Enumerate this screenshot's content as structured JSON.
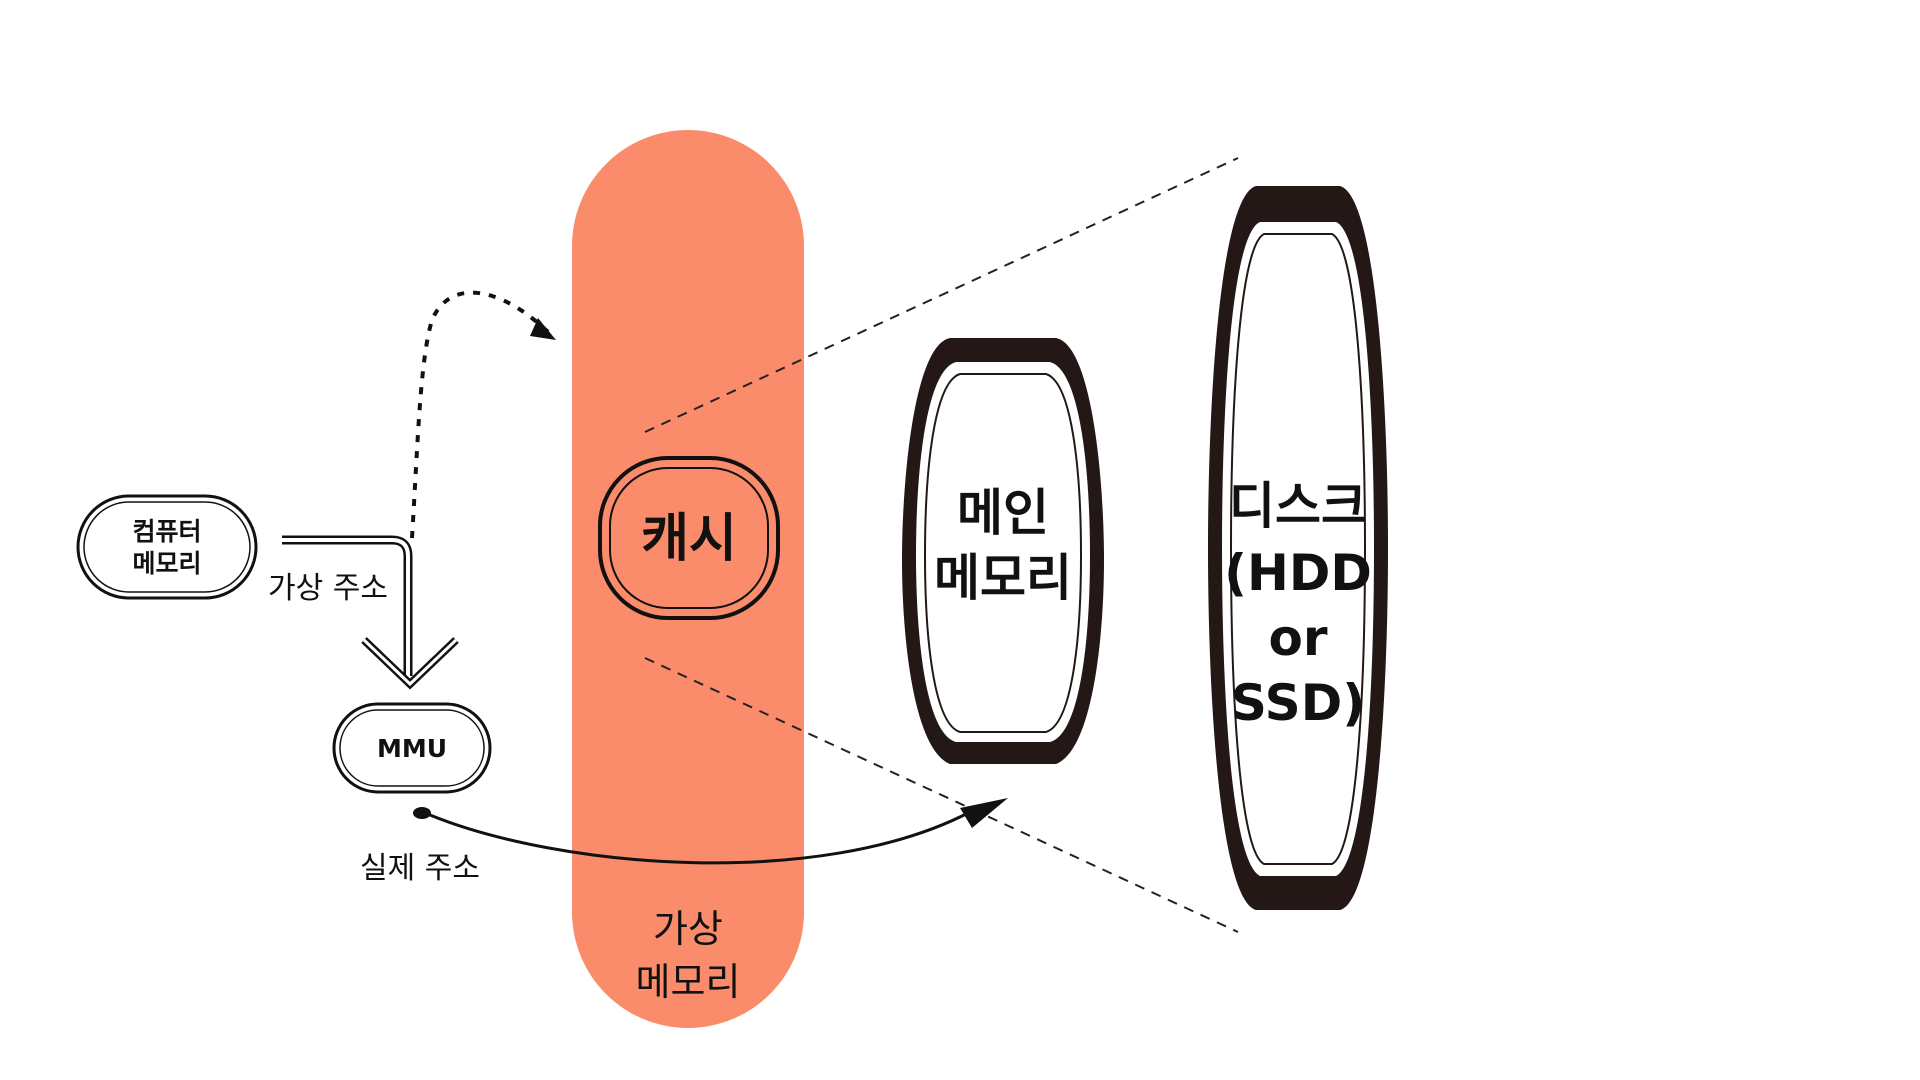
{
  "nodes": {
    "computer_memory": {
      "lines": [
        "컴퓨터",
        "메모리"
      ]
    },
    "mmu": {
      "label": "MMU"
    },
    "cache": {
      "label": "캐시"
    },
    "virtual_memory": {
      "lines": [
        "가상",
        "메모리"
      ]
    },
    "main_memory": {
      "lines": [
        "메인",
        "메모리"
      ]
    },
    "disk": {
      "lines": [
        "디스크",
        "(HDD",
        "or",
        "SSD)"
      ]
    }
  },
  "edges": {
    "virtual_address": {
      "label": "가상 주소"
    },
    "physical_address": {
      "label": "실제 주소"
    }
  },
  "colors": {
    "virtual_memory_fill": "#FB8C6B",
    "ink": "#111111",
    "drum_ink": "#231815",
    "background": "#FFFFFF"
  }
}
